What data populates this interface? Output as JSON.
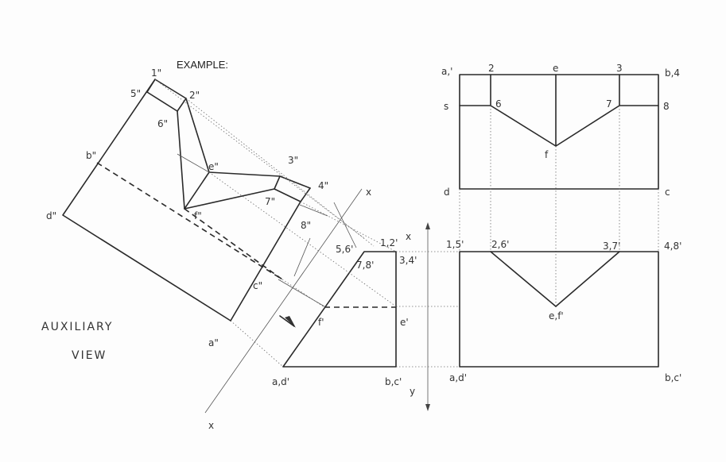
{
  "example_label": "EXAMPLE:",
  "caption": {
    "line1": "AUXILIARY",
    "line2": "VIEW"
  },
  "top_view_labels": {
    "a1": "a,'",
    "p2": "2",
    "e": "e",
    "p3": "3",
    "b4": "b,4",
    "s": "s",
    "p6": "6",
    "p7": "7",
    "p8": "8",
    "f": "f",
    "d": "d",
    "c": "c"
  },
  "front_view_labels": {
    "p15": "1,5'",
    "p26": "2,6'",
    "p37": "3,7'",
    "p48": "4,8'",
    "ef": "e,f'",
    "ad": "a,d'",
    "bc": "b,c'"
  },
  "side_view_labels": {
    "p56": "5,6'",
    "p12": "1,2'",
    "p78": "7,8'",
    "p34": "3,4'",
    "f": "f'",
    "e": "e'",
    "ad": "a,d'",
    "bc": "b,c'",
    "x_top": "x",
    "y_bottom": "y"
  },
  "aux_view_labels": {
    "p1": "1\"",
    "p5": "5\"",
    "p2": "2\"",
    "p6": "6\"",
    "b": "b\"",
    "d": "d\"",
    "e": "e\"",
    "f": "f\"",
    "p3": "3\"",
    "p4": "4\"",
    "p7": "7\"",
    "p8": "8\"",
    "c": "c\"",
    "a": "a\"",
    "x_top": "x",
    "x_bottom": "x"
  }
}
